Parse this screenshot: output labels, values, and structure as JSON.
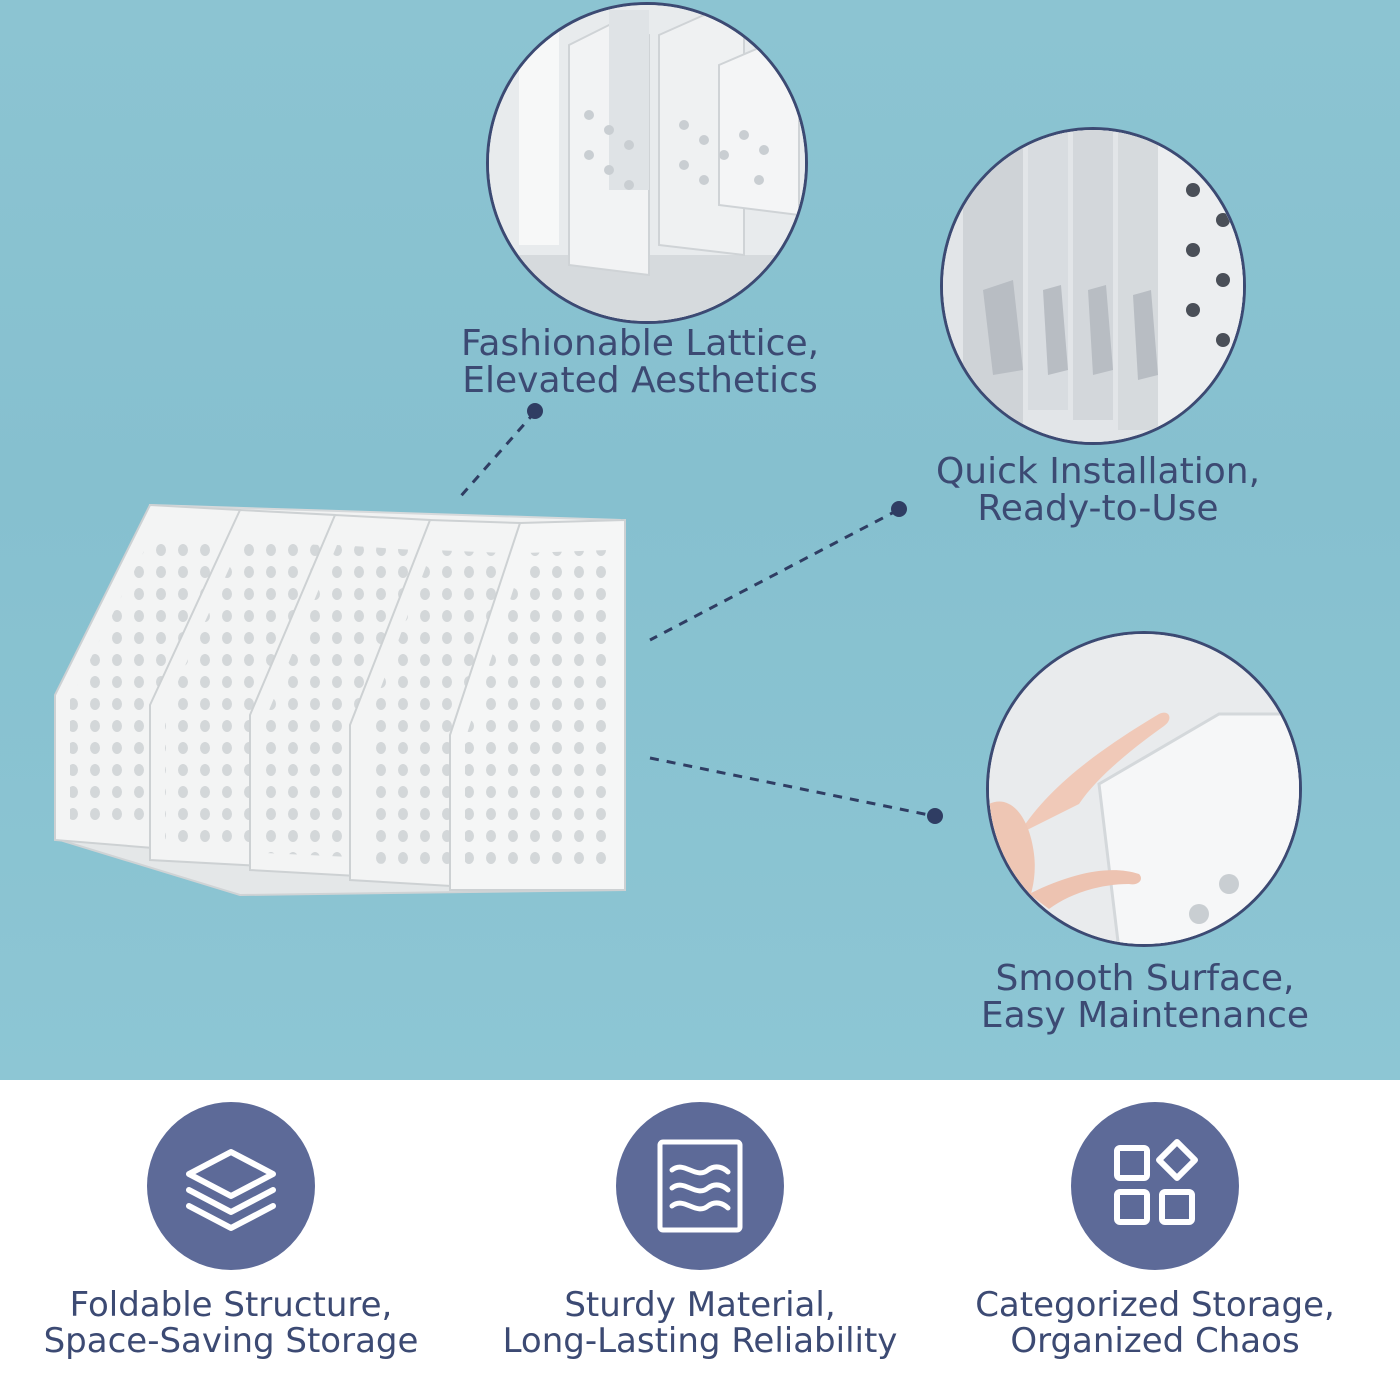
{
  "colors": {
    "background_top": "#8cc4d2",
    "accent_navy": "#3c4a73",
    "feature_circle": "#5d6a98",
    "background_bottom": "#ffffff"
  },
  "callouts": {
    "lattice": {
      "line1": "Fashionable Lattice,",
      "line2": "Elevated Aesthetics"
    },
    "installation": {
      "line1": "Quick Installation,",
      "line2": "Ready-to-Use"
    },
    "surface": {
      "line1": "Smooth Surface,",
      "line2": "Easy Maintenance"
    }
  },
  "features": [
    {
      "icon": "layers-icon",
      "line1": "Foldable Structure,",
      "line2": "Space-Saving Storage"
    },
    {
      "icon": "material-waves-icon",
      "line1": "Sturdy Material,",
      "line2": "Long-Lasting Reliability"
    },
    {
      "icon": "categories-grid-icon",
      "line1": "Categorized Storage,",
      "line2": "Organized Chaos"
    }
  ]
}
